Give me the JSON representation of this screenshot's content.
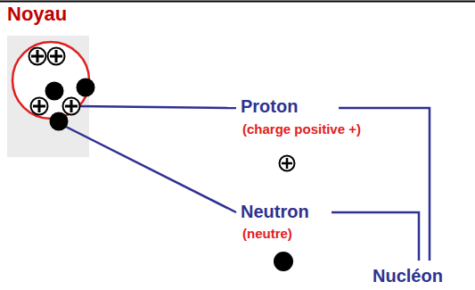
{
  "diagram": {
    "nodes": [
      {
        "text": [
          "Noyau"
        ]
      }
    ],
    "labels": [
      "Proton",
      "(charge positive +)",
      "Neutron",
      "(neutre)",
      "Nucléon"
    ]
  }
}
